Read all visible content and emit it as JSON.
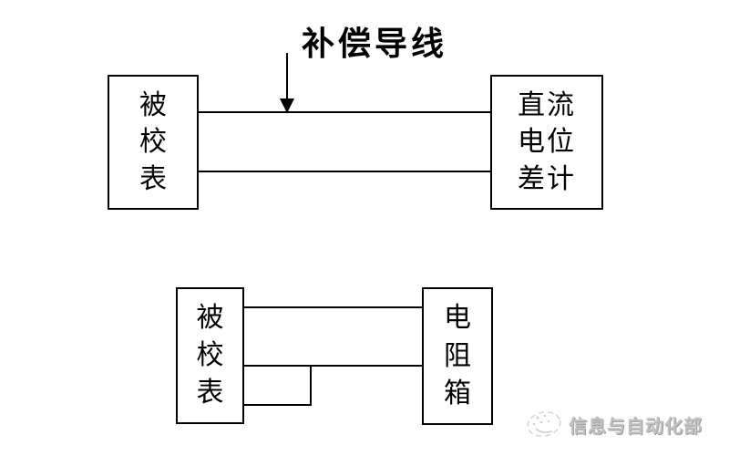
{
  "colors": {
    "background": "#ffffff",
    "line": "#000000",
    "watermark_text": "#c2c2c2"
  },
  "top_diagram": {
    "annotation_label": "补偿导线",
    "left_box": {
      "label": "被校表",
      "chars": [
        "被",
        "校",
        "表"
      ]
    },
    "right_box": {
      "label": "直流电位差计",
      "lines": [
        "直流",
        "电位",
        "差计"
      ]
    },
    "wires": [
      "upper",
      "lower"
    ]
  },
  "bottom_diagram": {
    "left_box": {
      "label": "被校表",
      "chars": [
        "被",
        "校",
        "表"
      ]
    },
    "right_box": {
      "label": "电阻箱",
      "chars": [
        "电",
        "阻",
        "箱"
      ]
    },
    "wires": [
      "upper",
      "middle",
      "shunt-loop"
    ]
  },
  "watermark": {
    "text": "信息与自动化部"
  }
}
